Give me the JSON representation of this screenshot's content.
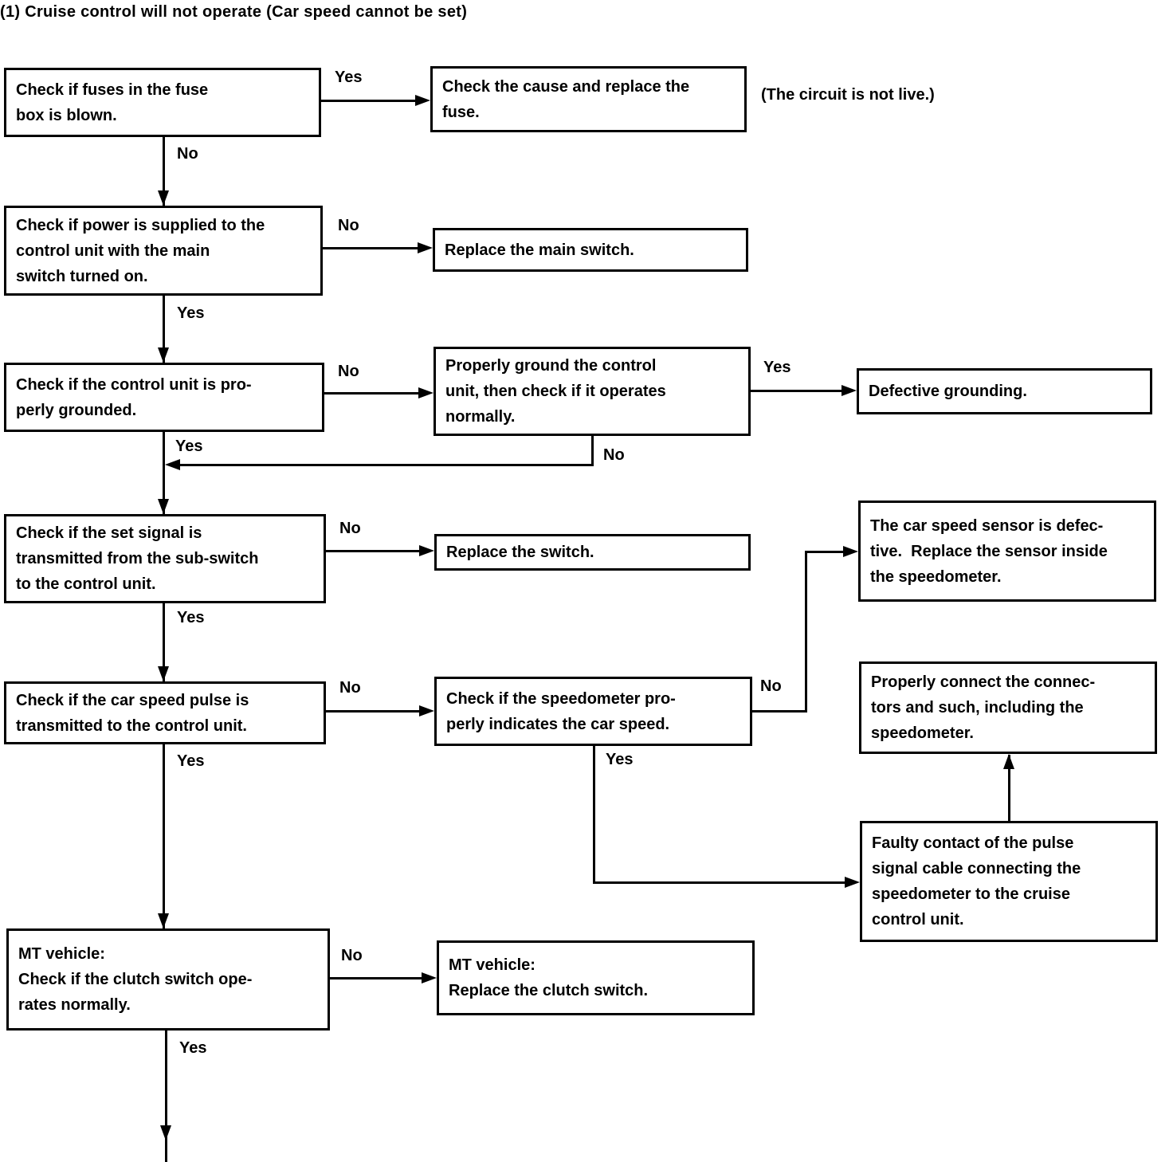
{
  "title": "(1) Cruise control will not operate (Car speed cannot be set)",
  "note": "(The circuit is not live.)",
  "flowchart": {
    "nodes": {
      "check_fuse": "Check if fuses in the fuse\nbox is blown.",
      "replace_fuse": "Check the cause and replace the\nfuse.",
      "check_power": "Check if power is supplied to the\ncontrol unit with the main\nswitch turned on.",
      "replace_main_switch": "Replace the main switch.",
      "check_ground": "Check if the control unit is pro-\nperly grounded.",
      "ground_control_unit": "Properly ground the control\nunit, then check if it operates\nnormally.",
      "defective_grounding": "Defective grounding.",
      "check_set_signal": "Check if the set signal is\ntransmitted from the sub-switch\nto the control unit.",
      "replace_switch": "Replace the switch.",
      "sensor_defective": "The car speed sensor is defec-\ntive.  Replace the sensor inside\nthe speedometer.",
      "check_pulse": "Check if the car speed pulse is\ntransmitted to the control unit.",
      "check_speedometer": "Check if the speedometer pro-\nperly indicates the car speed.",
      "connect_connectors": "Properly connect the connec-\ntors and such, including the\nspeedometer.",
      "faulty_contact": "Faulty contact of the pulse\nsignal cable connecting the\nspeedometer to the cruise\ncontrol unit.",
      "check_clutch": "MT vehicle:\nCheck if the clutch switch ope-\nrates normally.",
      "replace_clutch_switch": "MT vehicle:\nReplace the clutch switch."
    },
    "edge_labels": {
      "fuse_yes": "Yes",
      "fuse_no": "No",
      "power_no": "No",
      "power_yes": "Yes",
      "ground_no": "No",
      "ground_yes": "Yes",
      "ground_result_yes": "Yes",
      "ground_result_no": "No",
      "set_signal_no": "No",
      "set_signal_yes": "Yes",
      "pulse_no": "No",
      "pulse_yes": "Yes",
      "speedometer_no": "No",
      "speedometer_yes": "Yes",
      "clutch_no": "No",
      "clutch_yes": "Yes"
    },
    "colors": {
      "line": "#000000",
      "background": "#ffffff",
      "text": "#000000"
    }
  }
}
